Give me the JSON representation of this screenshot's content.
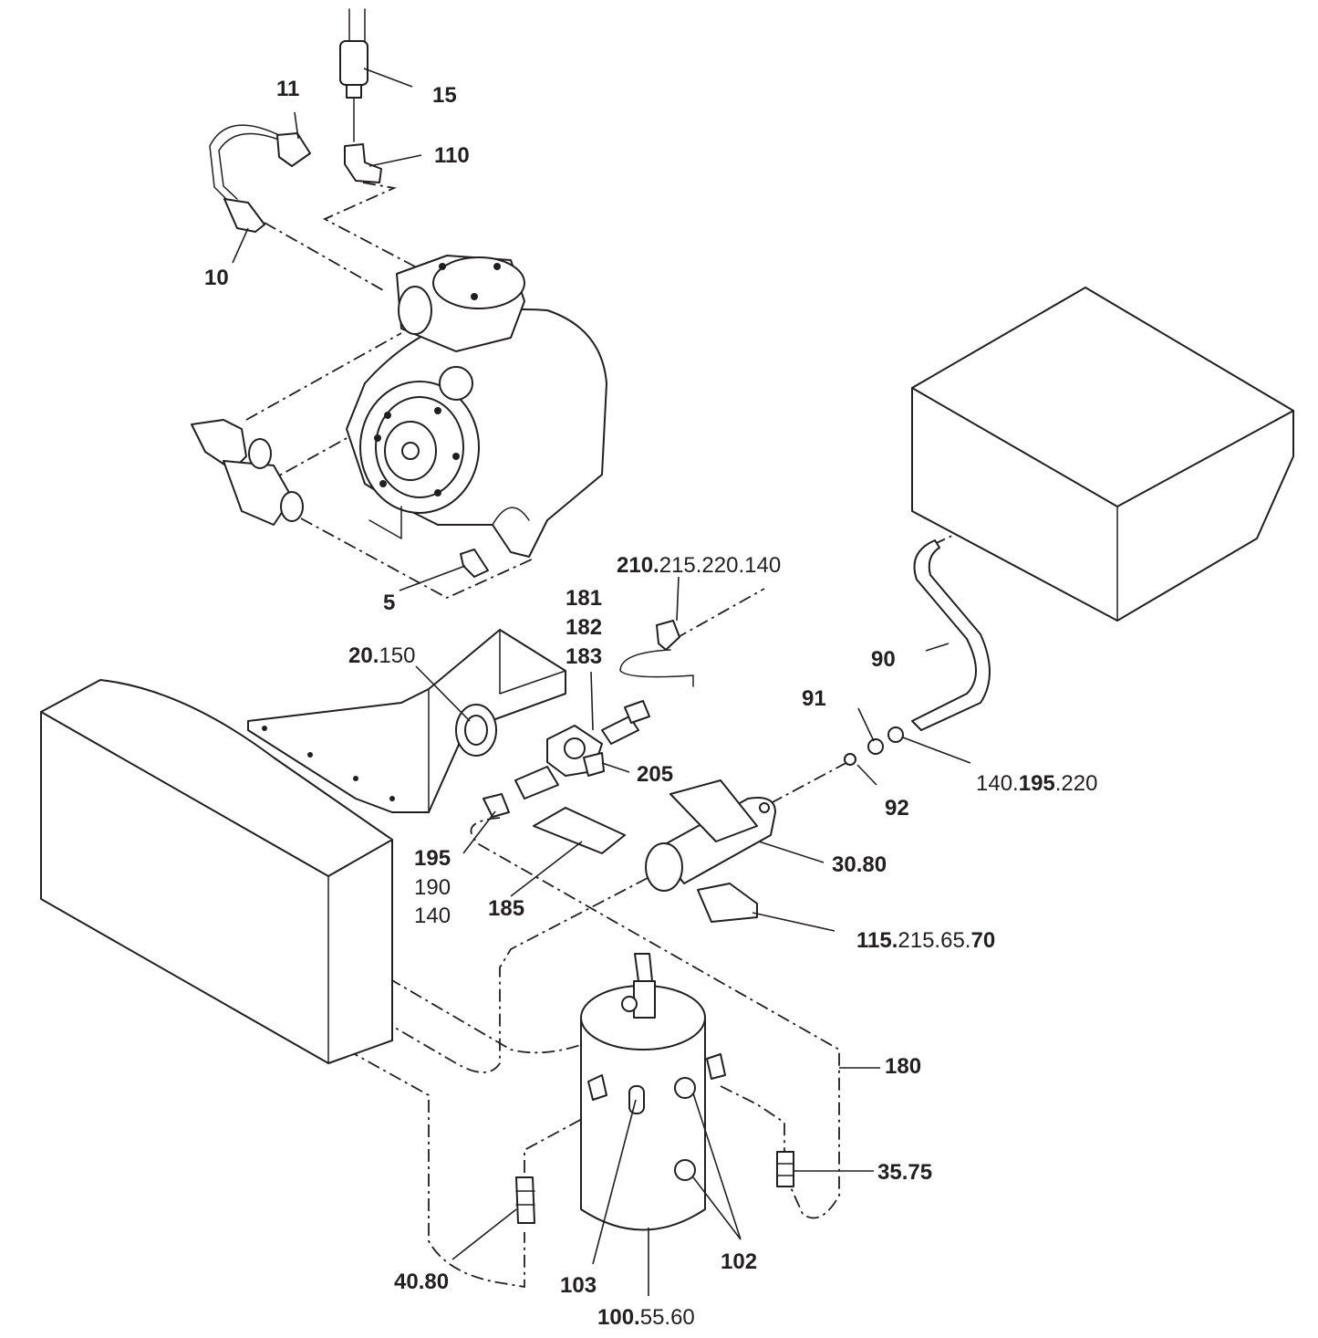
{
  "labels": {
    "l11": "11",
    "l15": "15",
    "l110": "110",
    "l10": "10",
    "l5": "5",
    "l210_b": "210.",
    "l210_n": "215.220.140",
    "l181": "181",
    "l182": "182",
    "l183": "183",
    "l20_b": "20.",
    "l20_n": "150",
    "l205": "205",
    "l90": "90",
    "l91": "91",
    "l92": "92",
    "l140_a": "140.",
    "l140_b": "195",
    "l140_c": ".220",
    "l195": "195",
    "l190": "190",
    "l140s": "140",
    "l185": "185",
    "l3080": "30.80",
    "l115_b": "115.",
    "l115_n": "215.65.",
    "l115_c": "70",
    "l180": "180",
    "l3575": "35.75",
    "l102": "102",
    "l4080": "40.80",
    "l103": "103",
    "l100_b": "100.",
    "l100_n": "55.60"
  }
}
